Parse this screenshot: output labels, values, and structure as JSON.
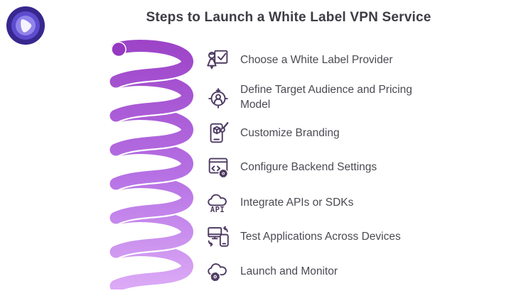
{
  "header": {
    "title": "Steps to Launch a White Label VPN Service",
    "title_color": "#3d3c45"
  },
  "logo": {
    "name": "brand-logo",
    "outer_color": "#38278e",
    "ring_color": "#5d4cce",
    "inner_ring_color": "#9184ea",
    "core_color": "#f5f4fe"
  },
  "spiral": {
    "shape": "coil-spring",
    "color_top": "#9c42c6",
    "color_middle": "#b671e4",
    "color_bottom": "#dcabf6"
  },
  "icon_color": "#4d3a61",
  "steps": [
    {
      "icon": "person-check-icon",
      "label": "Choose a White Label Provider"
    },
    {
      "icon": "target-audience-icon",
      "label": "Define Target Audience and Pricing Model"
    },
    {
      "icon": "branding-phone-brush-icon",
      "label": "Customize Branding"
    },
    {
      "icon": "backend-code-gear-icon",
      "label": "Configure Backend Settings"
    },
    {
      "icon": "api-cloud-icon",
      "label": "Integrate APIs or SDKs"
    },
    {
      "icon": "devices-sync-icon",
      "label": "Test Applications Across Devices"
    },
    {
      "icon": "cloud-gear-icon",
      "label": "Launch and Monitor"
    }
  ]
}
